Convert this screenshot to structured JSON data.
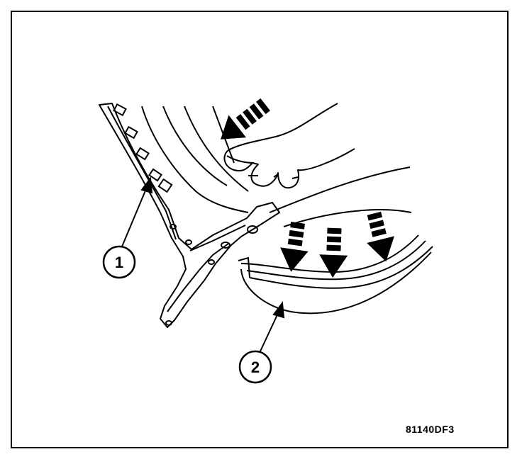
{
  "callouts": [
    {
      "label": "1"
    },
    {
      "label": "2"
    }
  ],
  "figure_code": "81140DF3",
  "colors": {
    "ink": "#000000",
    "paper": "#ffffff"
  }
}
